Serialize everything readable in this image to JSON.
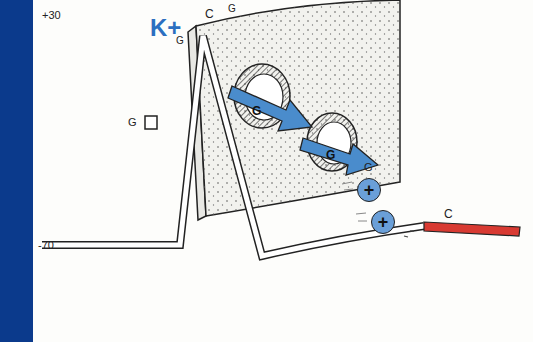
{
  "diagram": {
    "nodes": [
      {
        "text": [
          "+"
        ]
      },
      {
        "text": [
          "+"
        ]
      }
    ],
    "labels": [
      "+30",
      "K+",
      "C",
      "G",
      "G",
      "G",
      "G",
      "G",
      "G",
      "-70",
      "C"
    ]
  }
}
